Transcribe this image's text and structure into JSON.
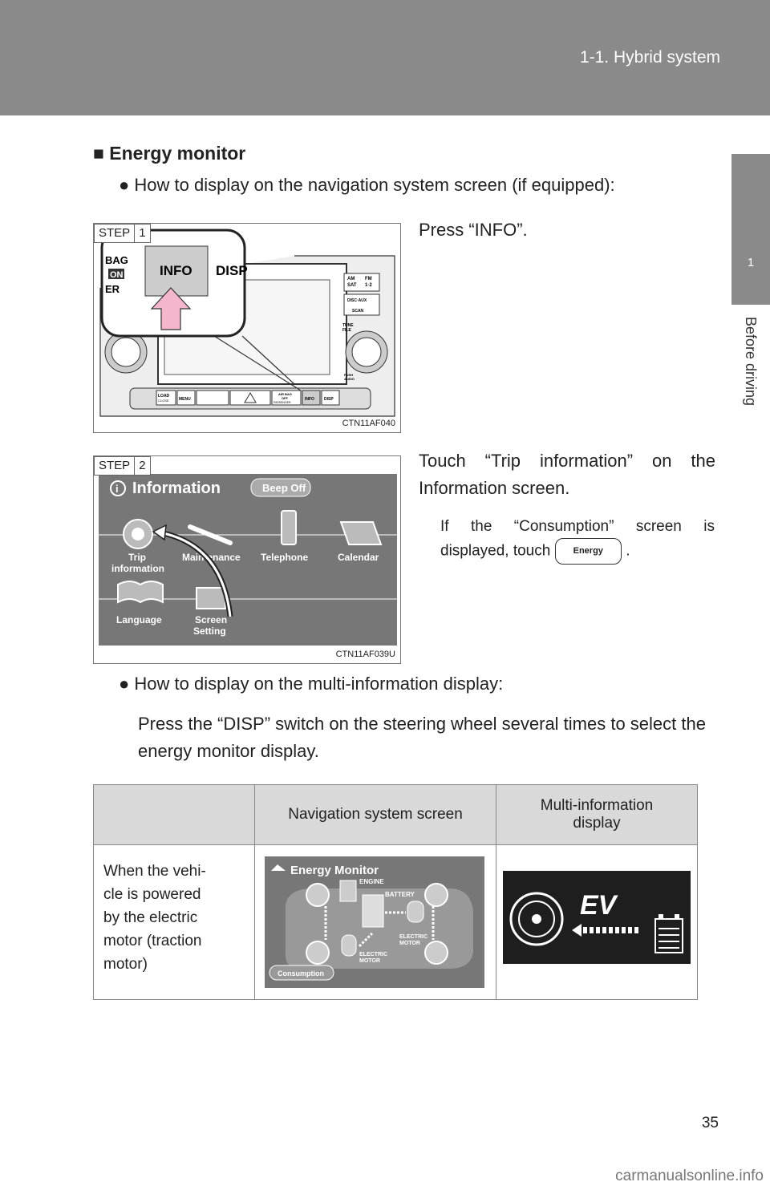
{
  "header": {
    "title": "1-1. Hybrid system"
  },
  "side_tab": {
    "number": "1",
    "label": "Before driving"
  },
  "section": {
    "title": "Energy monitor",
    "bullet1": "How to display on the navigation system screen (if equipped):",
    "bullet2": "How to display on the multi-information display:",
    "bullet2_text": "Press the “DISP” switch on the steering wheel several times to select the energy monitor display."
  },
  "step1": {
    "step": "STEP",
    "num": "1",
    "text": "Press “INFO”.",
    "code": "CTN11AF040",
    "labels": {
      "info": "INFO",
      "disp": "DISP",
      "bag": "BAG",
      "on": "ON",
      "er": "ER",
      "am": "AM",
      "sat": "SAT",
      "fm": "FM",
      "fm12": "1·2",
      "discaux": "DISC·AUX",
      "scan": "SCAN",
      "tune": "TUNE",
      "file": "FILE",
      "push": "PUSH",
      "audio": "AUDIO",
      "load": "LOAD",
      "close": "CLOSE",
      "menu": "MENU",
      "airbag": "AIR BAG",
      "off": "OFF",
      "passenger": "PASSENGER",
      "info_btn": "INFO",
      "disp_btn": "DISP"
    }
  },
  "step2": {
    "step": "STEP",
    "num": "2",
    "text": "Touch “Trip information” on the Information screen.",
    "note_pre": "If the “Consumption” screen is displayed, touch",
    "note_post": ".",
    "button": "Energy",
    "code": "CTN11AF039U",
    "screen": {
      "title": "Information",
      "beep": "Beep Off",
      "trip1": "Trip",
      "trip2": "information",
      "maint": "Maintenance",
      "tel": "Telephone",
      "cal": "Calendar",
      "lang": "Language",
      "scr1": "Screen",
      "scr2": "Setting"
    }
  },
  "table": {
    "col1": "Navigation system screen",
    "col2a": "Multi-information",
    "col2b": "display",
    "row_lines": [
      "When the vehi-",
      "cle is powered",
      "by the electric",
      "motor (traction",
      "motor)"
    ],
    "nav": {
      "title": "Energy Monitor",
      "engine": "ENGINE",
      "battery": "BATTERY",
      "motor1a": "ELECTRIC",
      "motor1b": "MOTOR",
      "motor2a": "ELECTRIC",
      "motor2b": "MOTOR",
      "consumption": "Consumption"
    },
    "mid": {
      "ev": "EV"
    }
  },
  "footer": {
    "page": "35",
    "watermark": "carmanualsonline.info"
  }
}
